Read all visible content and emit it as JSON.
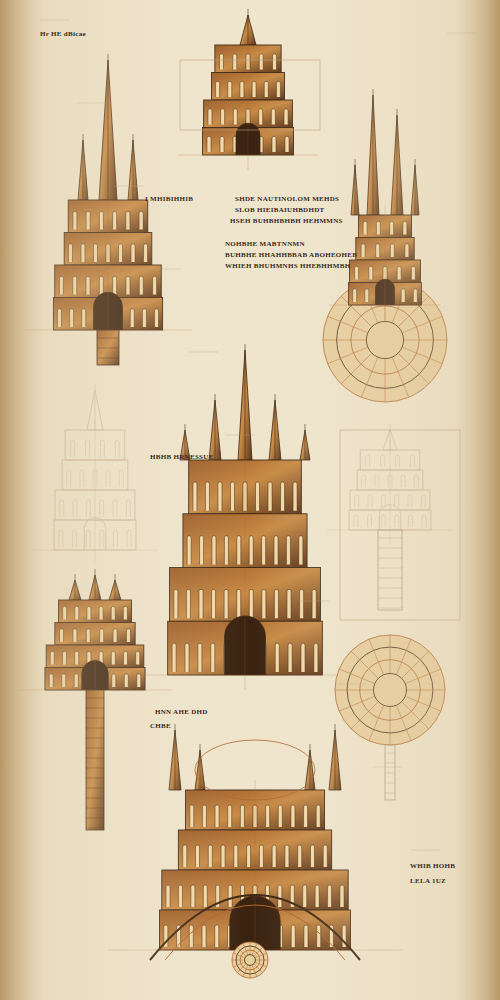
{
  "diagram": {
    "labels": [
      "Hr HE dBicae",
      "I MHIBIHHIB",
      "SHDE NAUTINOLOM MEHDS",
      "SLOB HIEIBAIUHBDHDT",
      "HSEH BUHBHBHBH HEHMMNS",
      "NOHBHE MABTNNMN",
      "BUHBHE HHAHHBBAB ABOHEOHEB",
      "WHIEH BHUHMNHS HHEBHHMBH",
      "HBHB HRNESSUE",
      "HNN AHE DHD",
      "CHBE",
      "WHIB HOHB",
      "LELA 1UZ"
    ]
  }
}
